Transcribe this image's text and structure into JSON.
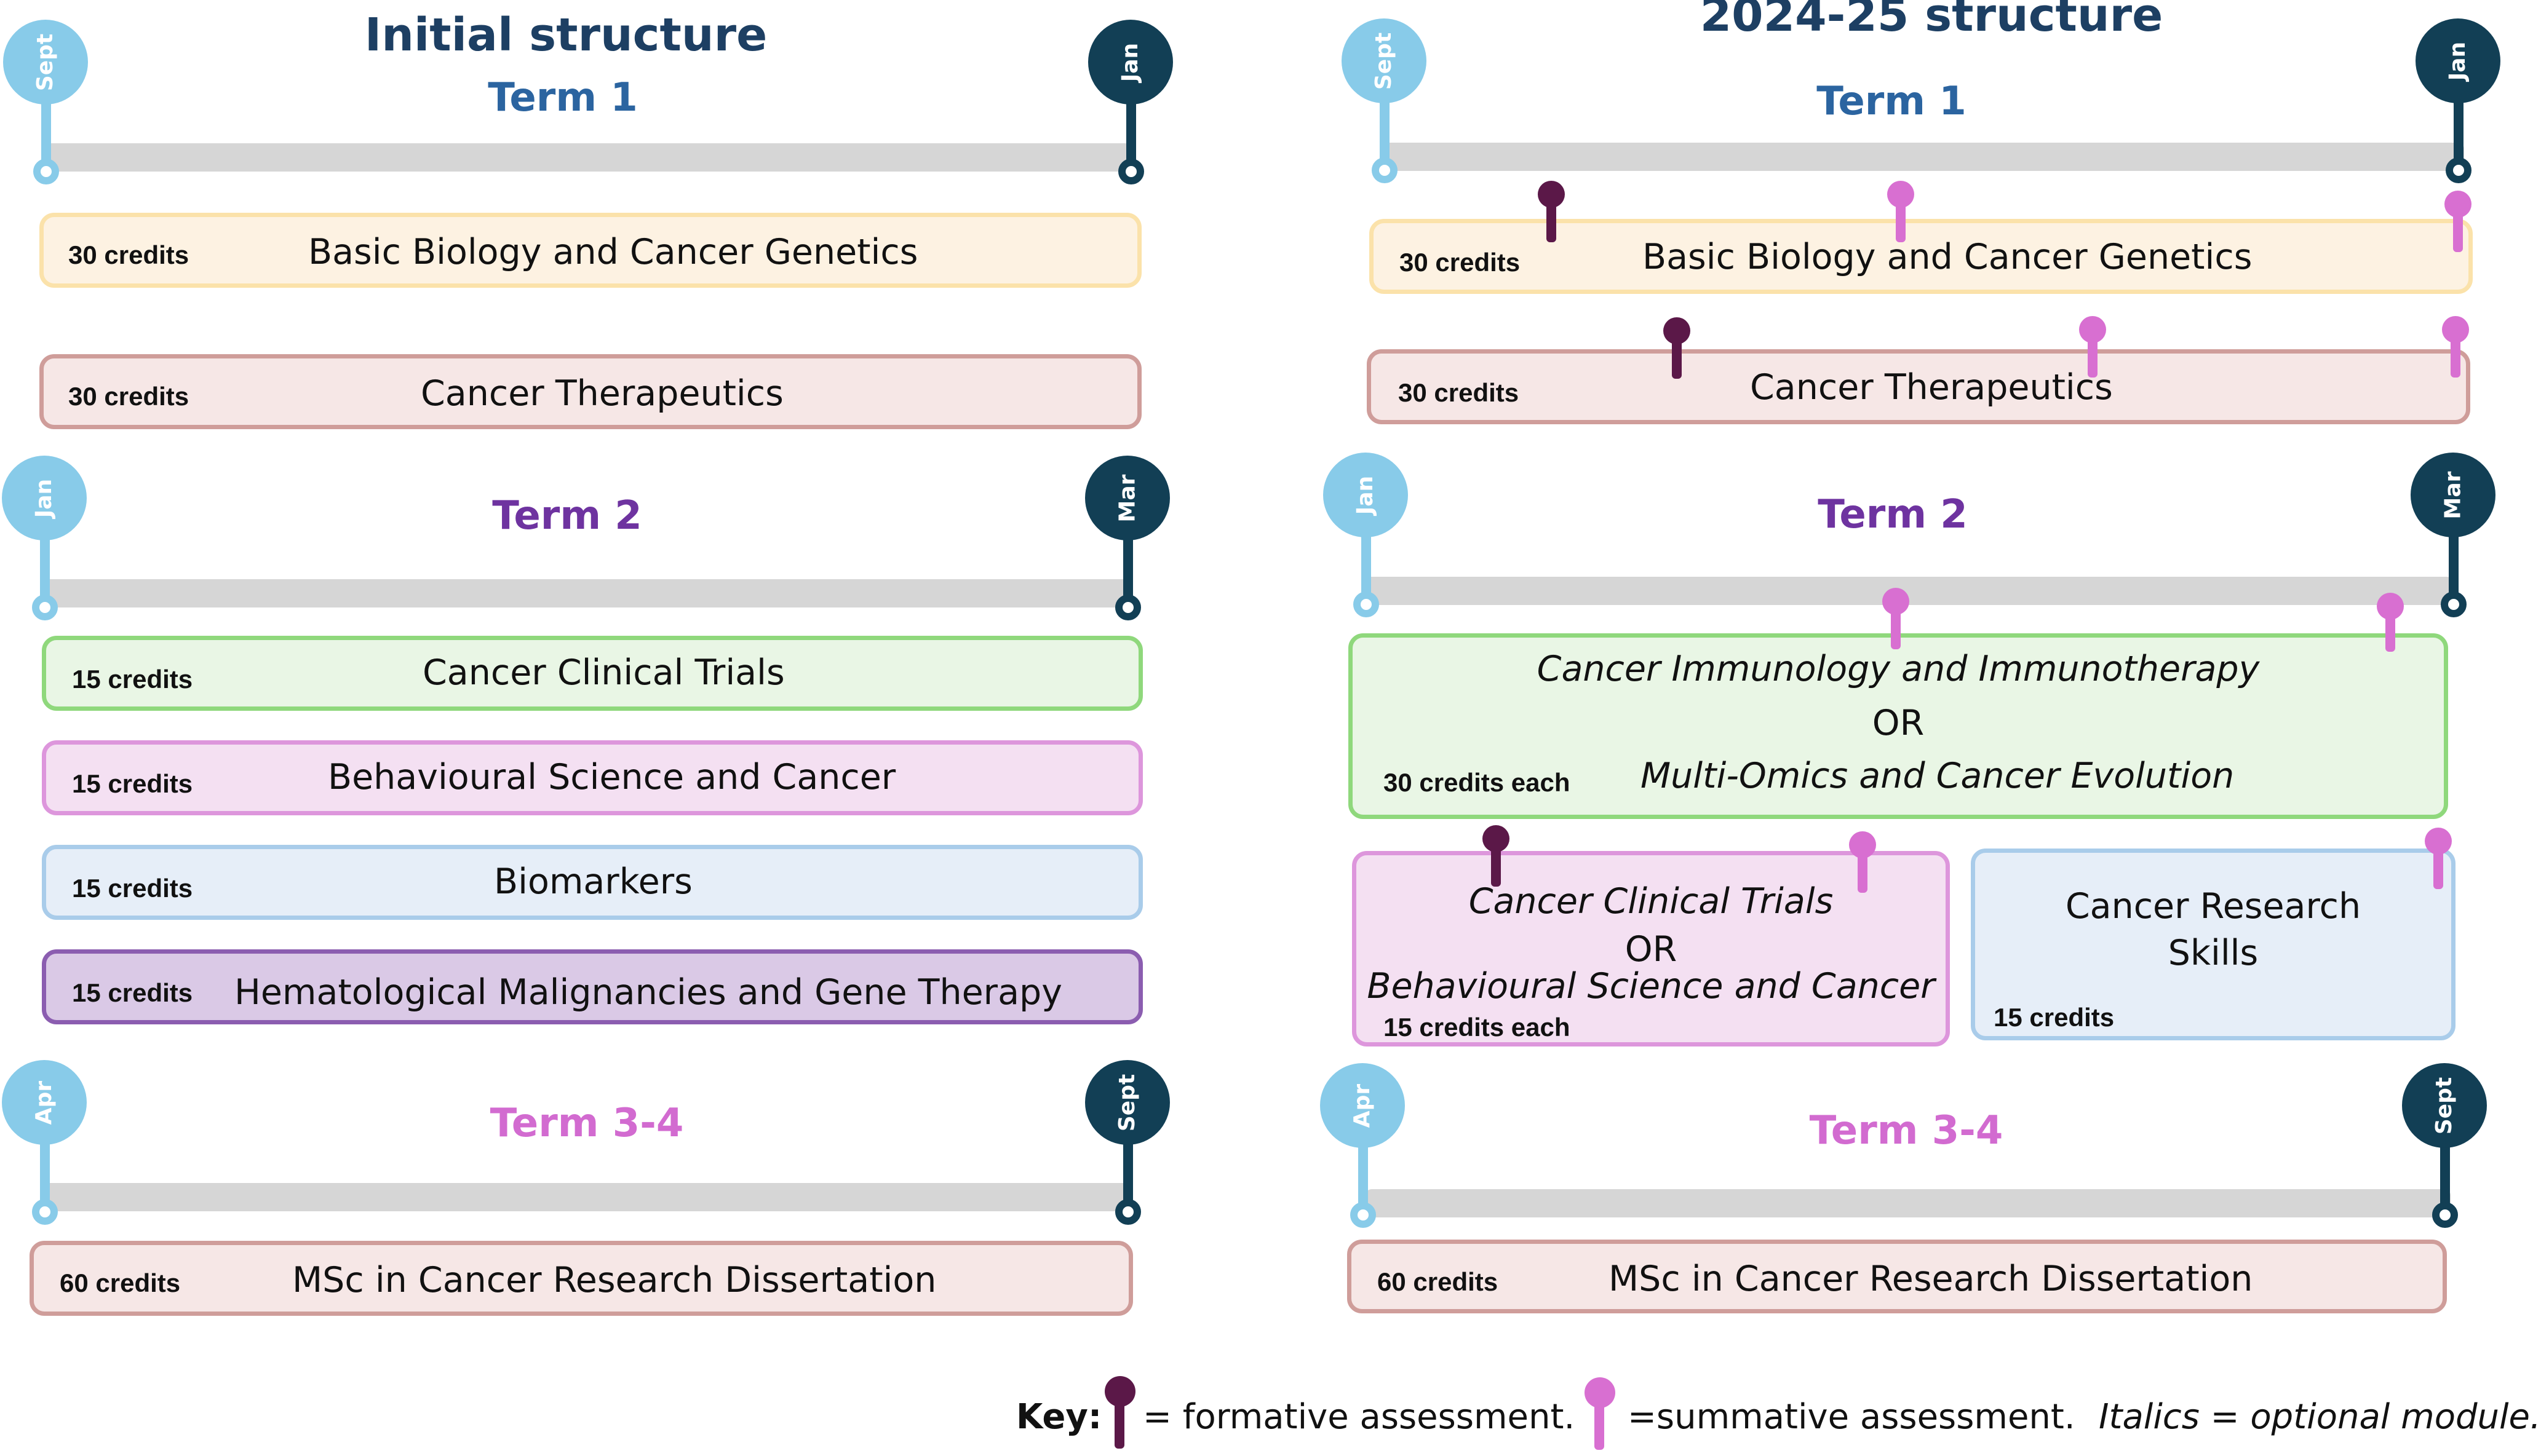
{
  "colors": {
    "light_pin": "#88cbe9",
    "dark_pin": "#123f55",
    "term1_title": "#2b64a0",
    "term2_title": "#6e33a0",
    "term3_title": "#d26bd0",
    "main_title": "#1d3f63",
    "formative": "#5b1848",
    "summative": "#d86fd1"
  },
  "legend": {
    "key_label": "Key:",
    "formative_text": "= formative assessment.",
    "summative_text": "=summative assessment.",
    "italics_text": "Italics = optional module."
  },
  "left": {
    "title": "Initial structure",
    "term1": {
      "title": "Term 1",
      "start": "Sept",
      "end": "Jan",
      "modules": [
        {
          "credits": "30 credits",
          "name": "Basic Biology and Cancer Genetics"
        },
        {
          "credits": "30 credits",
          "name": "Cancer Therapeutics"
        }
      ]
    },
    "term2": {
      "title": "Term 2",
      "start": "Jan",
      "end": "Mar",
      "modules": [
        {
          "credits": "15 credits",
          "name": "Cancer Clinical Trials"
        },
        {
          "credits": "15 credits",
          "name": "Behavioural Science and Cancer"
        },
        {
          "credits": "15 credits",
          "name": "Biomarkers"
        },
        {
          "credits": "15 credits",
          "name": "Hematological Malignancies and Gene Therapy"
        }
      ]
    },
    "term3": {
      "title": "Term 3-4",
      "start": "Apr",
      "end": "Sept",
      "modules": [
        {
          "credits": "60 credits",
          "name": "MSc in Cancer Research Dissertation"
        }
      ]
    }
  },
  "right": {
    "title": "2024-25 structure",
    "term1": {
      "title": "Term 1",
      "start": "Sept",
      "end": "Jan",
      "modules": [
        {
          "credits": "30 credits",
          "name": "Basic Biology and Cancer Genetics"
        },
        {
          "credits": "30 credits",
          "name": "Cancer Therapeutics"
        }
      ]
    },
    "term2": {
      "title": "Term 2",
      "start": "Jan",
      "end": "Mar",
      "option_a": {
        "line1": "Cancer Immunology and Immunotherapy",
        "or": "OR",
        "line2": "Multi-Omics and Cancer Evolution",
        "credits": "30 credits each"
      },
      "option_b": {
        "line1": "Cancer Clinical Trials",
        "or": "OR",
        "line2": "Behavioural Science and Cancer",
        "credits": "15 credits each"
      },
      "skills": {
        "line1": "Cancer Research",
        "line2": "Skills",
        "credits": "15 credits"
      }
    },
    "term3": {
      "title": "Term 3-4",
      "start": "Apr",
      "end": "Sept",
      "modules": [
        {
          "credits": "60 credits",
          "name": "MSc in Cancer Research Dissertation"
        }
      ]
    }
  }
}
